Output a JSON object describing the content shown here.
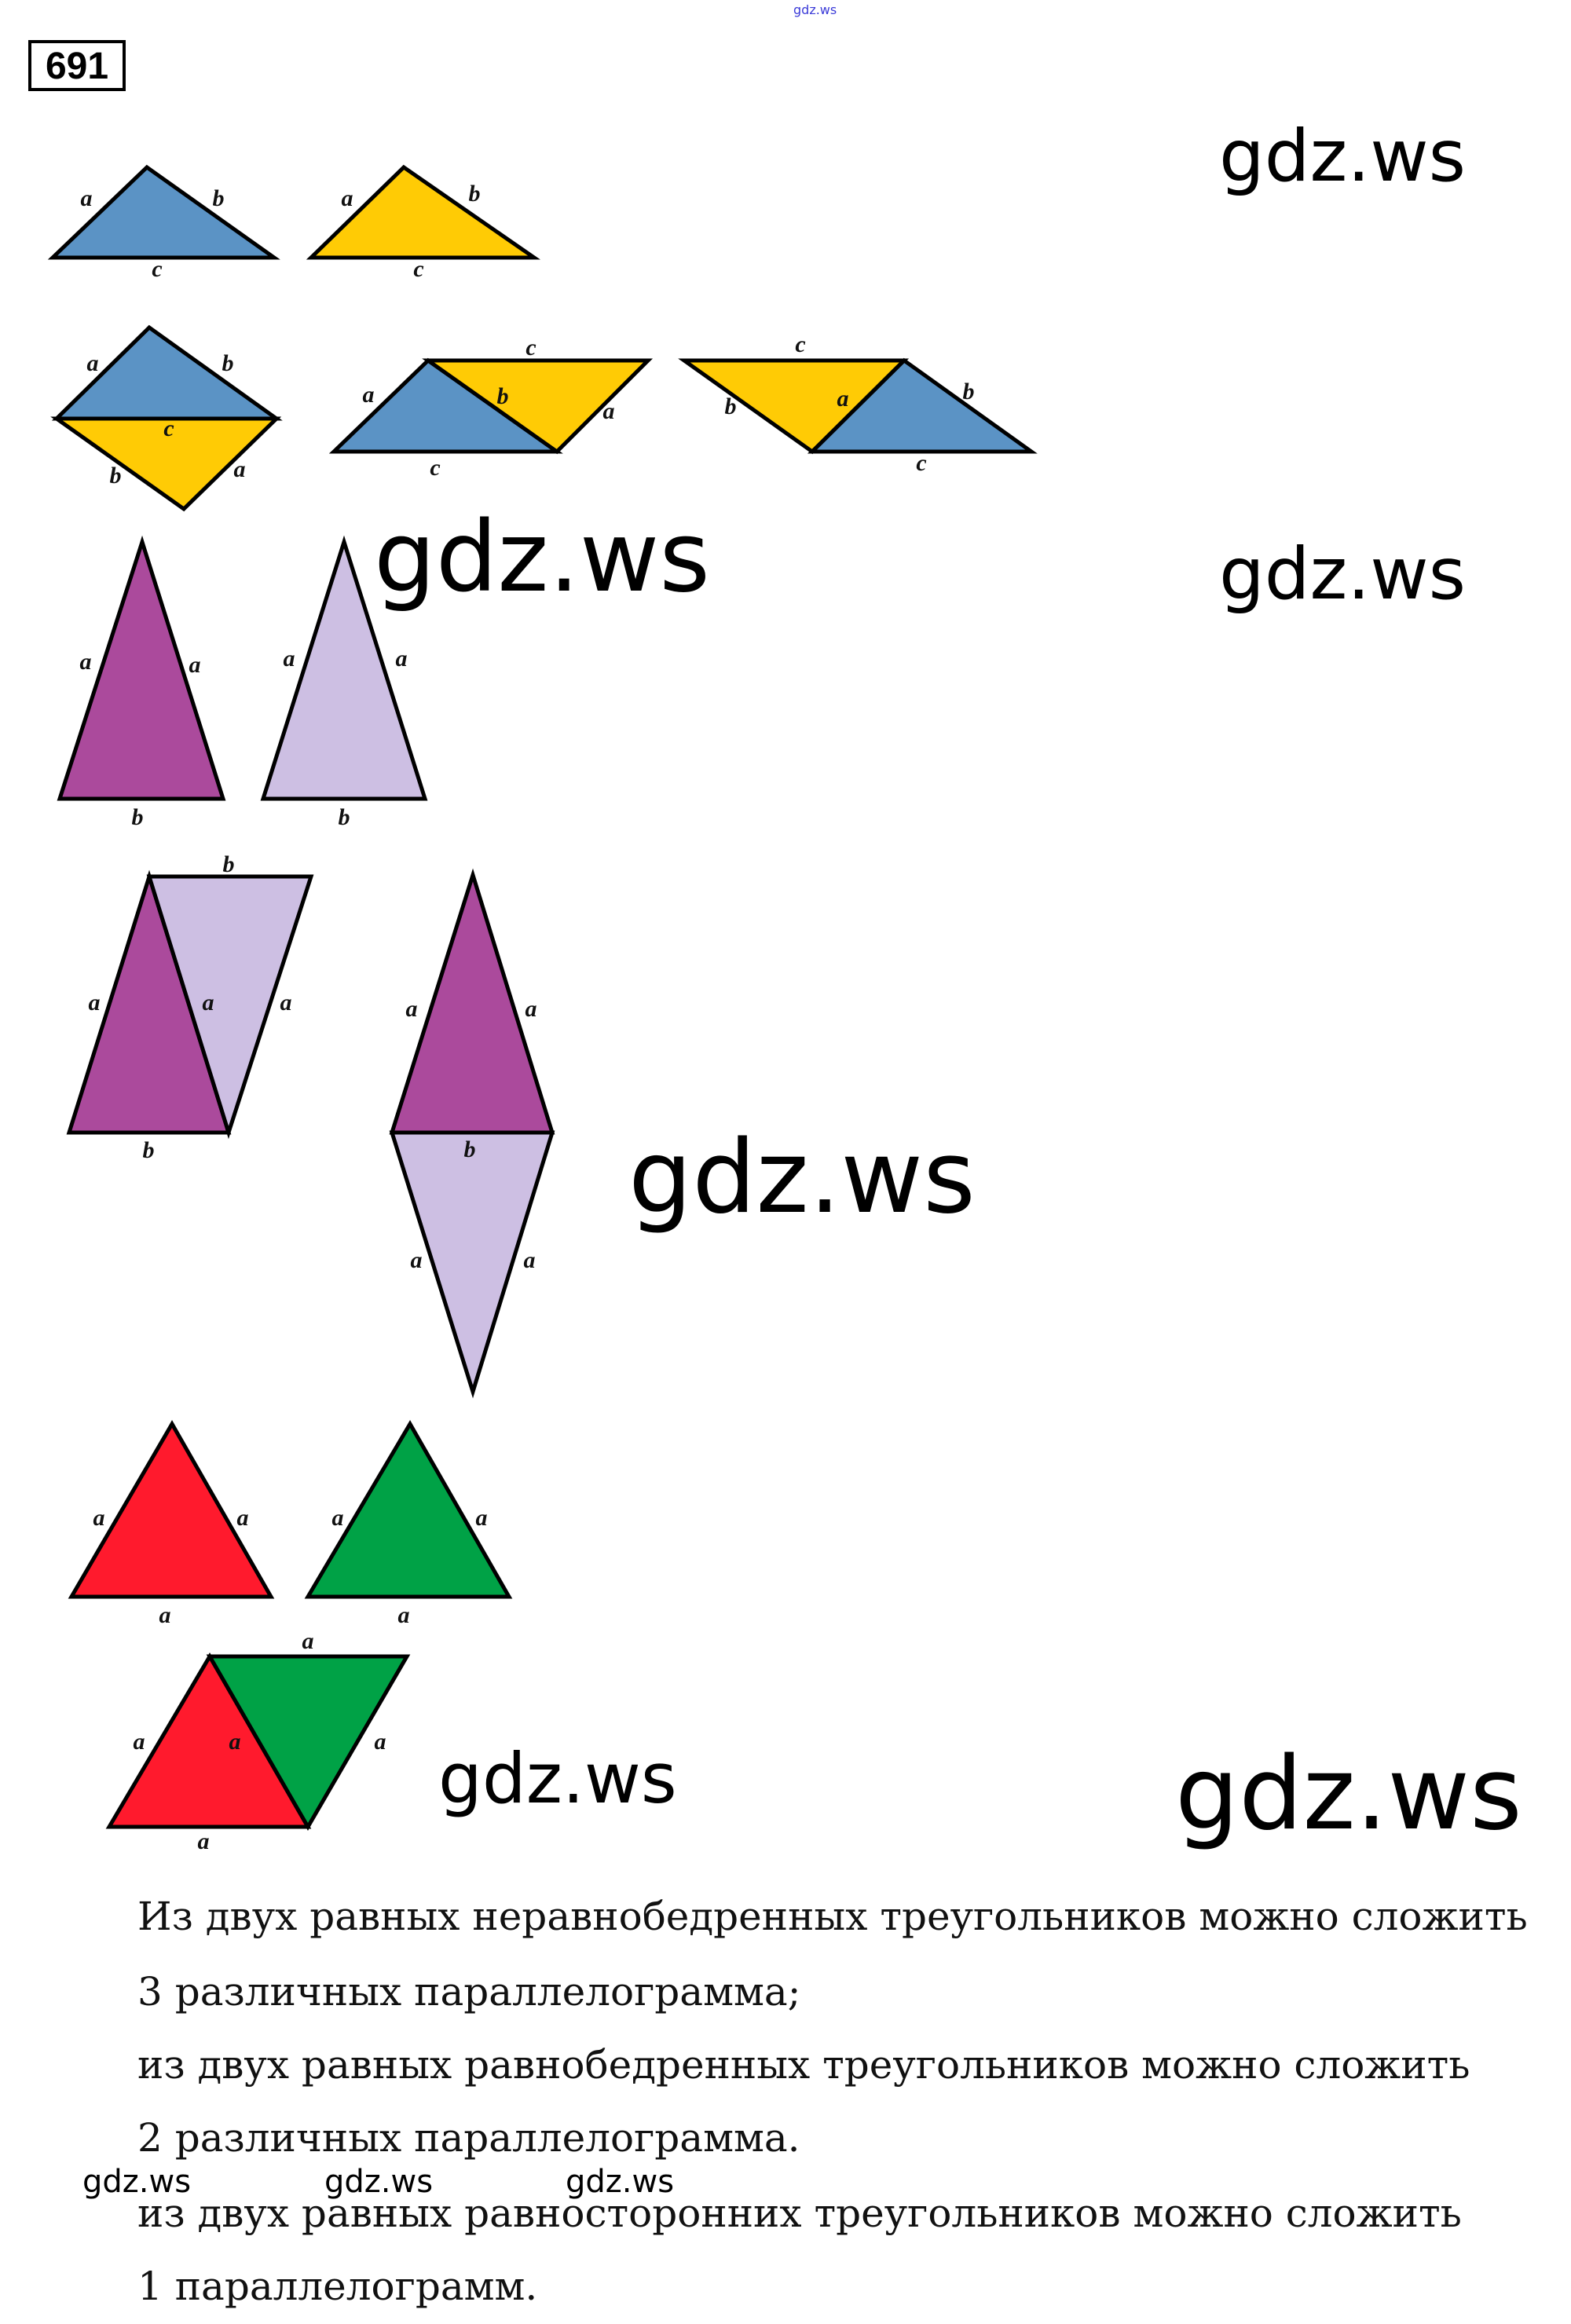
{
  "task_number": "691",
  "watermark": "gdz.ws",
  "colors": {
    "blue": "#5b93c5",
    "yellow": "#ffcb05",
    "purple": "#ab4a9c",
    "lavender": "#cdbfe3",
    "red": "#ff1a2d",
    "green": "#00a246",
    "watermark_top": "#3b3bd8"
  },
  "figures": {
    "scalene": {
      "a": "a",
      "b": "b",
      "c": "c"
    },
    "isosceles": {
      "a": "a",
      "b": "b"
    },
    "equilateral": {
      "a": "a"
    }
  },
  "text": {
    "line1": "Из двух равных неравнобедренных треугольников можно сложить",
    "line2": "3 различных параллелограмма;",
    "line3": "из двух равных равнобедренных треугольников можно сложить",
    "line4": "2 различных параллелограмма.",
    "line5": "из двух равных равносторонних треугольников можно сложить",
    "line6": "1 параллелограмм."
  }
}
